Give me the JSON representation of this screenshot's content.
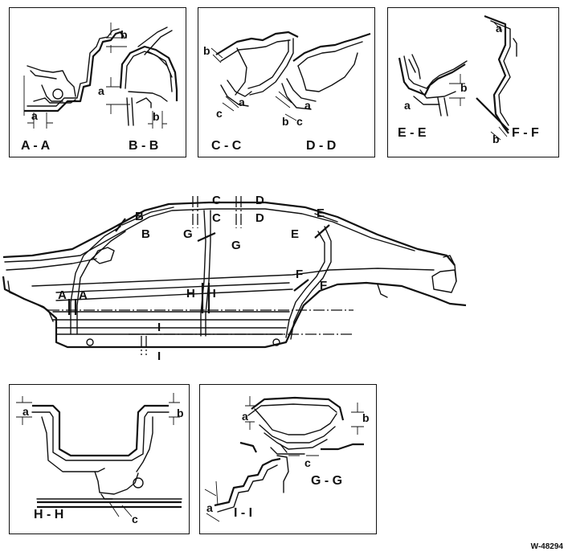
{
  "panels": {
    "aa_bb": {
      "sec_a": "A - A",
      "sec_b": "B - B",
      "dim_a1": "a",
      "dim_b1": "b",
      "dim_a2": "a",
      "dim_b2": "b"
    },
    "cc_dd": {
      "sec_c": "C - C",
      "sec_d": "D - D",
      "dim_b1": "b",
      "dim_c1": "c",
      "dim_a1": "a",
      "dim_b2": "b",
      "dim_c2": "c",
      "dim_a2": "a"
    },
    "ee_ff": {
      "sec_e": "E - E",
      "sec_f": "F - F",
      "dim_a1": "a",
      "dim_b1": "b",
      "dim_a2": "a",
      "dim_b2": "b"
    },
    "hh": {
      "sec_h": "H - H",
      "dim_a": "a",
      "dim_b": "b",
      "dim_c": "c"
    },
    "gg_ii": {
      "sec_g": "G - G",
      "sec_i": "I - I",
      "dim_a1": "a",
      "dim_b1": "b",
      "dim_c1": "c",
      "dim_a2": "a"
    }
  },
  "car_markers": {
    "a1": "A",
    "a2": "A",
    "b1": "B",
    "b2": "B",
    "c1": "C",
    "c2": "C",
    "d1": "D",
    "d2": "D",
    "e1": "E",
    "e2": "E",
    "f1": "F",
    "f2": "F",
    "g1": "G",
    "g2": "G",
    "h1": "H",
    "h2": "H",
    "i1": "I",
    "i2": "I"
  },
  "doc_id": "W-48294"
}
